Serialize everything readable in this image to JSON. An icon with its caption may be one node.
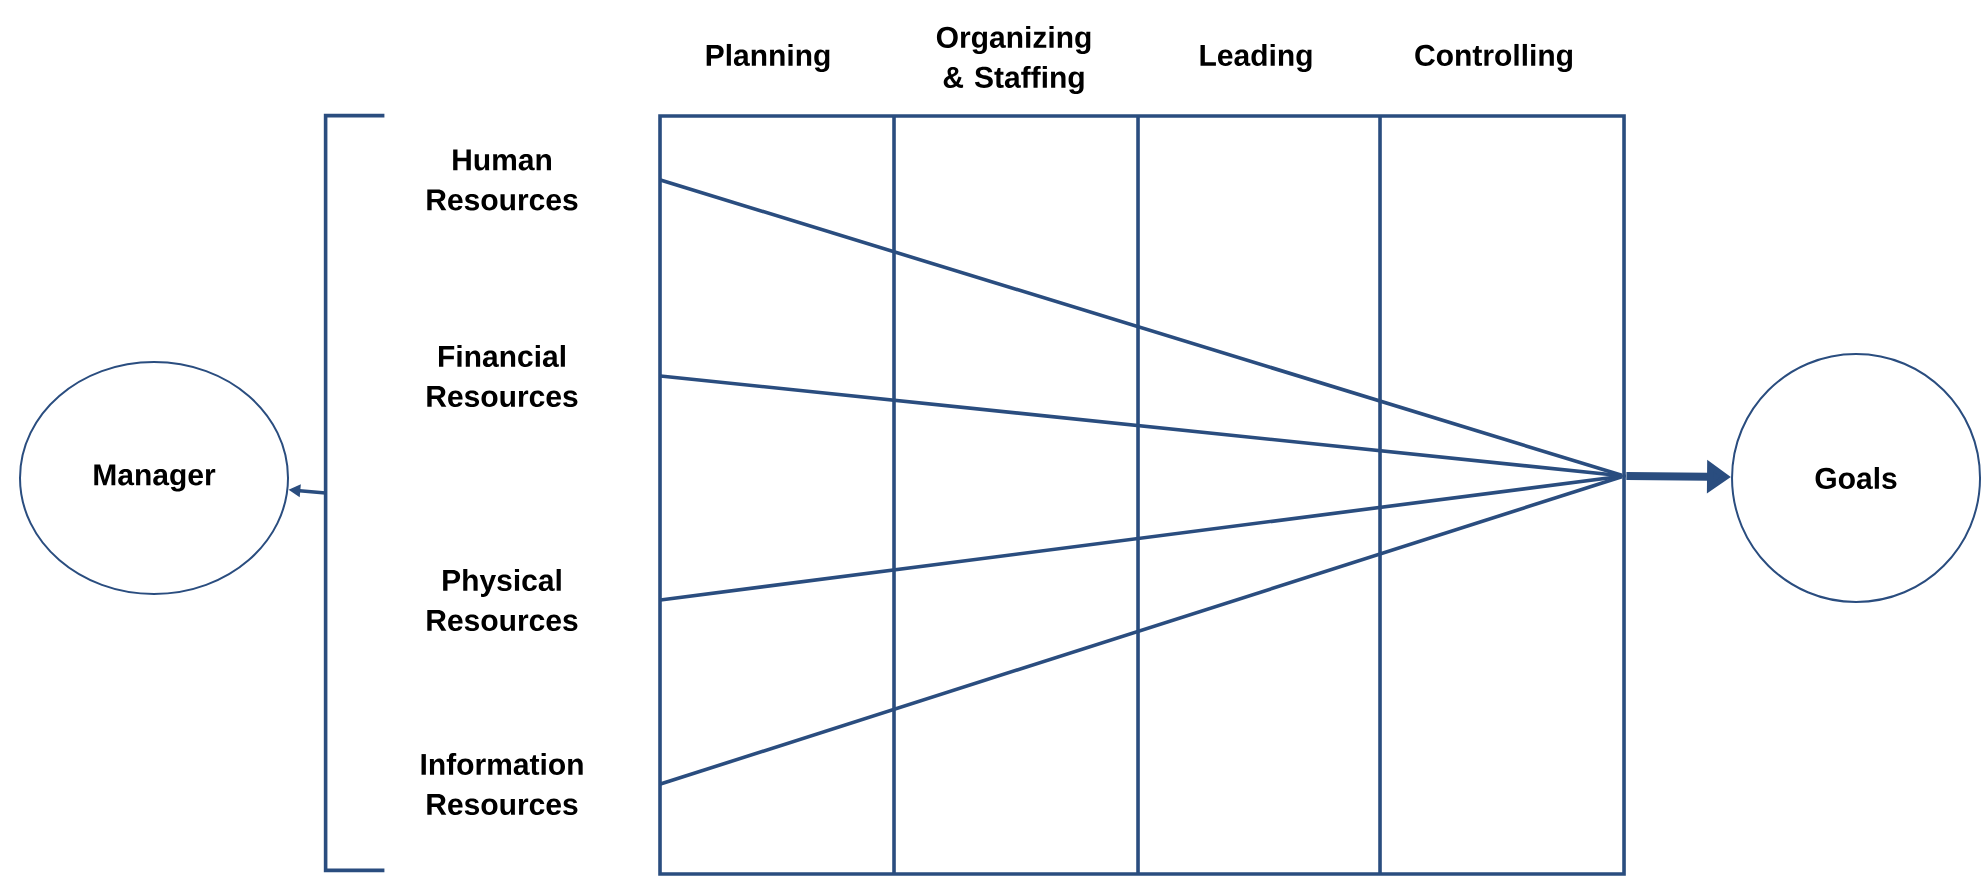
{
  "diagram": {
    "nodes": [
      {
        "text": [
          "Manager"
        ]
      },
      {
        "text": [
          "Goals"
        ]
      },
      {
        "text": [
          "Human Resources"
        ]
      },
      {
        "text": [
          "Financial Resources"
        ]
      },
      {
        "text": [
          "Physical Resources"
        ]
      },
      {
        "text": [
          "Information Resources"
        ]
      },
      {
        "text": [],
        "shape": "point"
      },
      {
        "text": [],
        "shape": "bracket"
      }
    ],
    "edges": [
      {
        "from": 7,
        "to": 0,
        "arrow": "to"
      },
      {
        "from": 2,
        "to": 6,
        "arrow": "none"
      },
      {
        "from": 3,
        "to": 6,
        "arrow": "none"
      },
      {
        "from": 4,
        "to": 6,
        "arrow": "none"
      },
      {
        "from": 5,
        "to": 6,
        "arrow": "none"
      },
      {
        "from": 6,
        "to": 1,
        "arrow": "to",
        "style": "thick"
      }
    ],
    "labels": [
      "Planning",
      "Organizing & Staffing",
      "Leading",
      "Controlling"
    ]
  }
}
